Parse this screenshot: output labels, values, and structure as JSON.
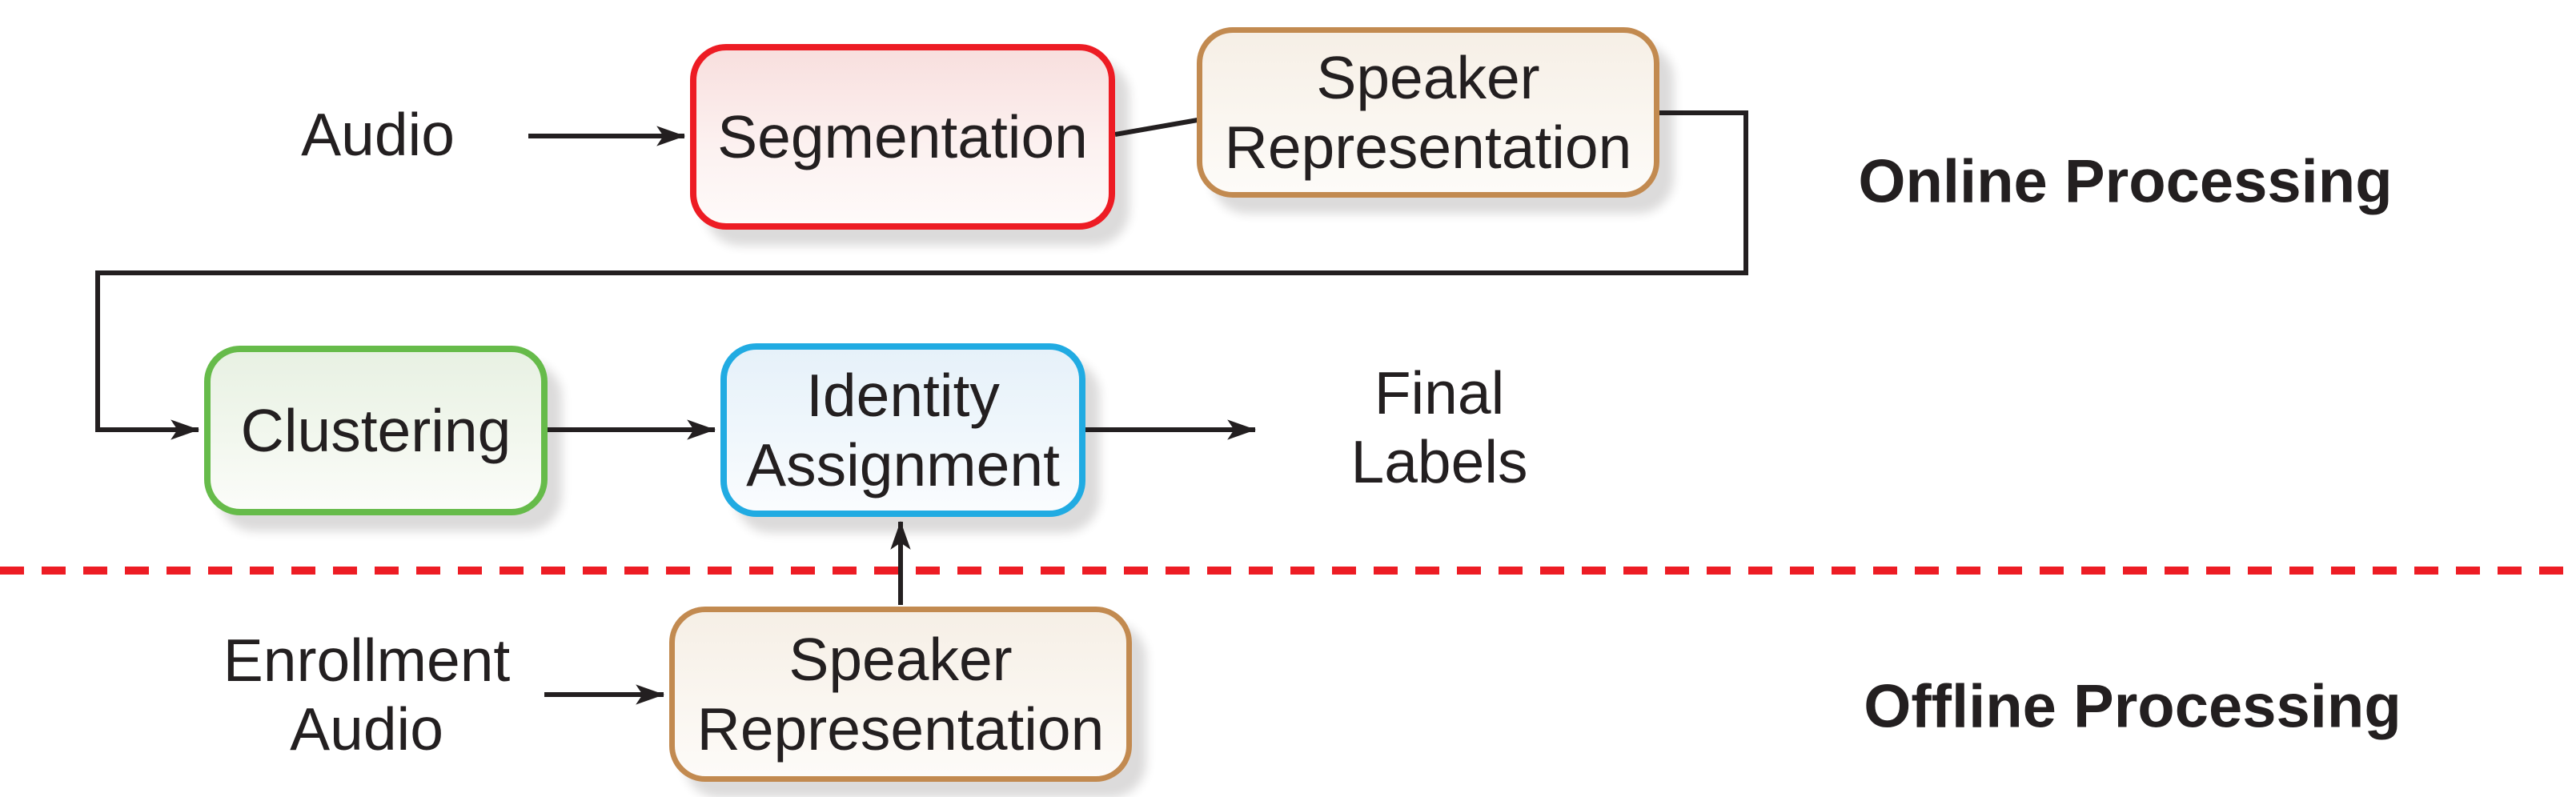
{
  "diagram": {
    "regions": {
      "online_label": "Online Processing",
      "offline_label": "Offline Processing"
    },
    "inputs": {
      "audio": {
        "label": "Audio"
      },
      "enrollment": {
        "line1": "Enrollment",
        "line2": "Audio"
      }
    },
    "outputs": {
      "final": {
        "line1": "Final",
        "line2": "Labels"
      }
    },
    "nodes": {
      "segmentation": {
        "label": "Segmentation",
        "border_color": "#ed1c24"
      },
      "speaker_rep_online": {
        "line1": "Speaker",
        "line2": "Representation",
        "border_color": "#c28a50"
      },
      "clustering": {
        "label": "Clustering",
        "border_color": "#66bb4a"
      },
      "identity_assignment": {
        "line1": "Identity",
        "line2": "Assignment",
        "border_color": "#21abe2"
      },
      "speaker_rep_offline": {
        "line1": "Speaker",
        "line2": "Representation",
        "border_color": "#c28a50"
      }
    },
    "colors": {
      "red": "#ed1c24",
      "tan": "#c28a50",
      "green": "#66bb4a",
      "cyan": "#21abe2",
      "line": "#231f20",
      "text": "#231f20",
      "divider": "#ed1c24"
    }
  }
}
